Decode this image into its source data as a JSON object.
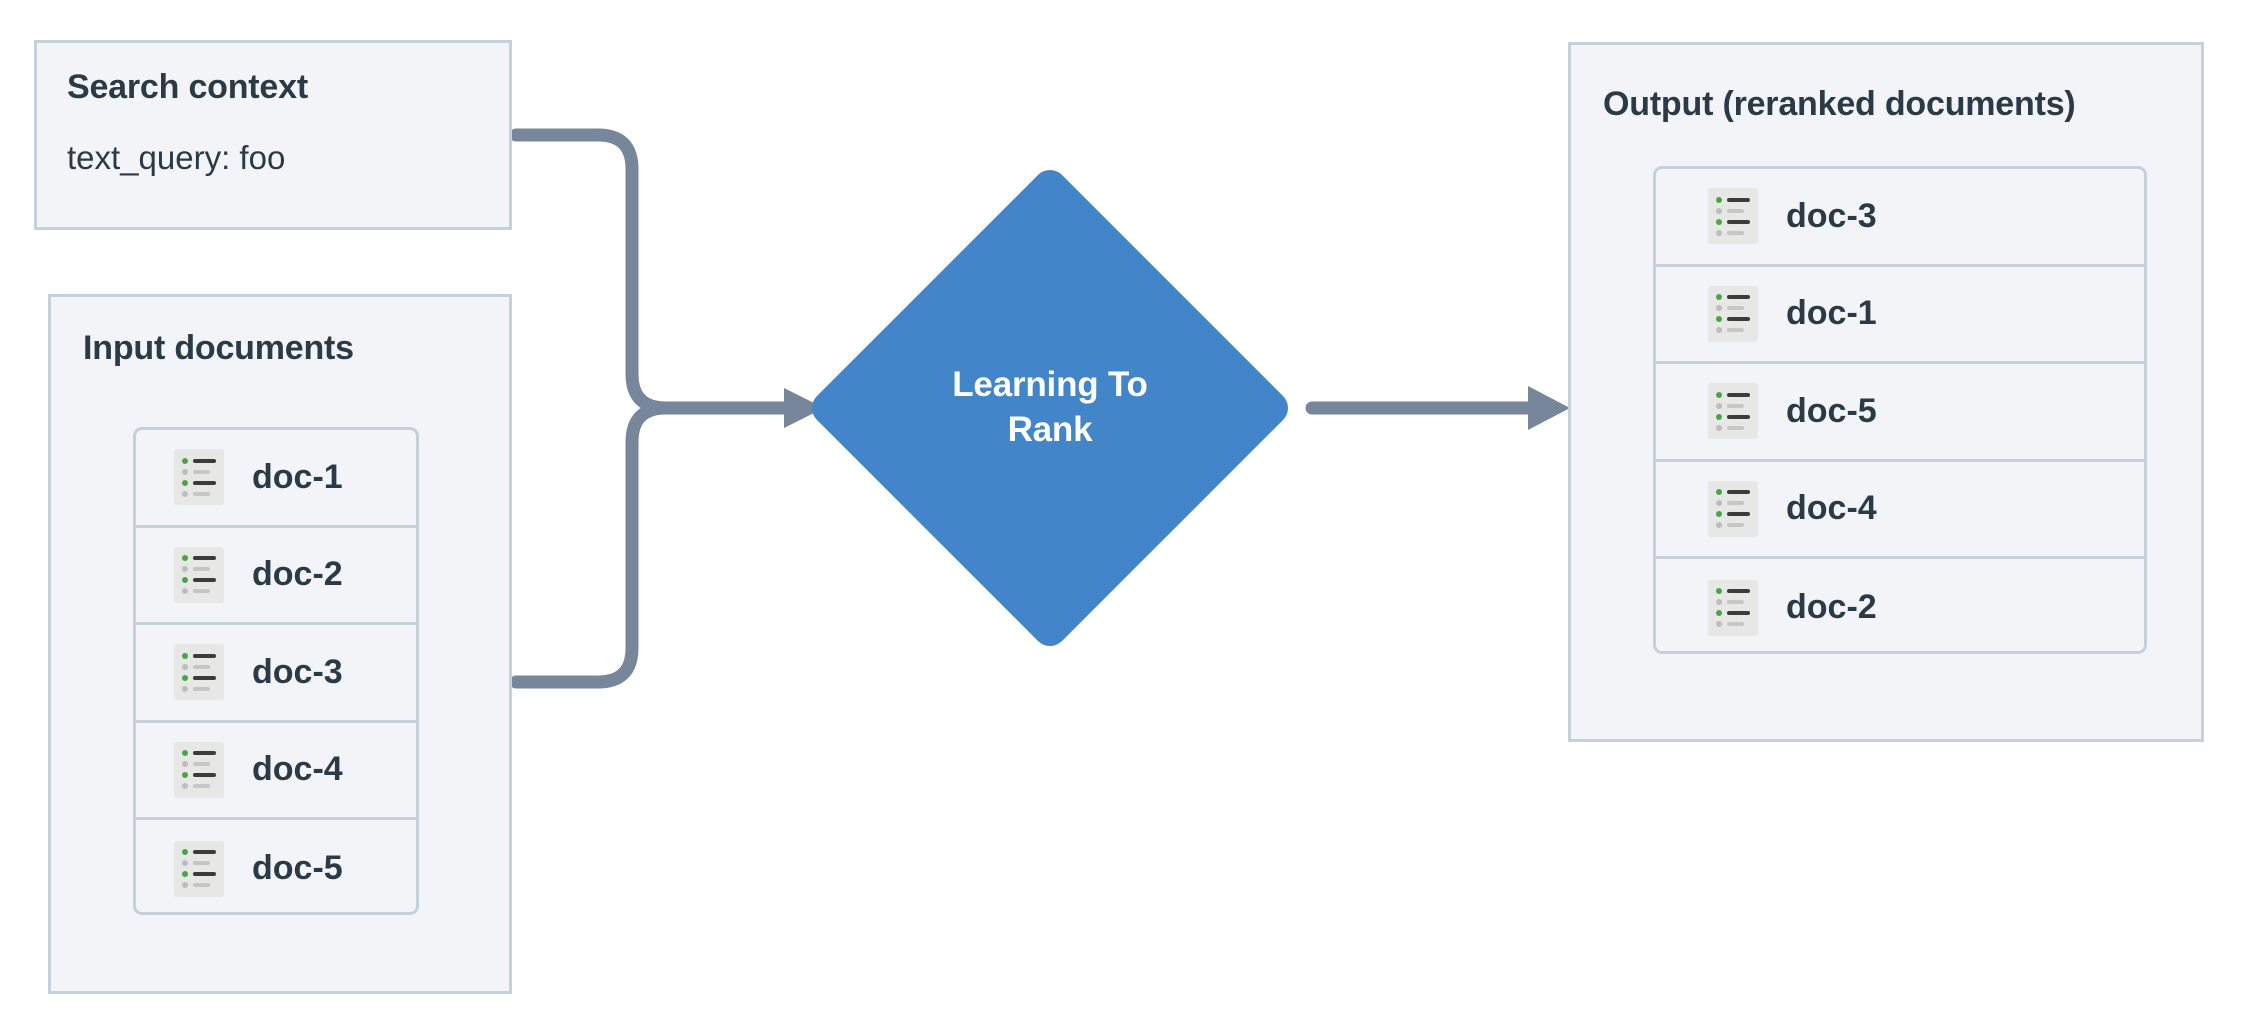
{
  "diagram": {
    "title": "Learning To Rank reranking flow",
    "colors": {
      "panel_fill": "#f2f4f7",
      "panel_border": "#c4d0dc",
      "text": "#2b3a47",
      "node_blue": "#4285c8",
      "arrow_gray": "#77869a",
      "icon_bg": "#e7e7e5",
      "icon_green": "#4aa44a",
      "icon_gray": "#bdbdbd"
    }
  },
  "search_context": {
    "title": "Search context",
    "query_line": "text_query: foo"
  },
  "input_documents": {
    "title": "Input documents",
    "docs": [
      {
        "label": "doc-1",
        "icon": "document-list-icon"
      },
      {
        "label": "doc-2",
        "icon": "document-list-icon"
      },
      {
        "label": "doc-3",
        "icon": "document-list-icon"
      },
      {
        "label": "doc-4",
        "icon": "document-list-icon"
      },
      {
        "label": "doc-5",
        "icon": "document-list-icon"
      }
    ]
  },
  "ltr_node": {
    "label_line1": "Learning To",
    "label_line2": "Rank",
    "shape": "diamond"
  },
  "output": {
    "title": "Output (reranked documents)",
    "docs": [
      {
        "label": "doc-3",
        "icon": "document-list-icon"
      },
      {
        "label": "doc-1",
        "icon": "document-list-icon"
      },
      {
        "label": "doc-5",
        "icon": "document-list-icon"
      },
      {
        "label": "doc-4",
        "icon": "document-list-icon"
      },
      {
        "label": "doc-2",
        "icon": "document-list-icon"
      }
    ]
  },
  "connectors": [
    {
      "name": "search-context-to-ltr",
      "from": "search_context",
      "to": "ltr_node"
    },
    {
      "name": "input-documents-to-ltr",
      "from": "input_documents",
      "to": "ltr_node"
    },
    {
      "name": "ltr-to-output",
      "from": "ltr_node",
      "to": "output"
    }
  ]
}
